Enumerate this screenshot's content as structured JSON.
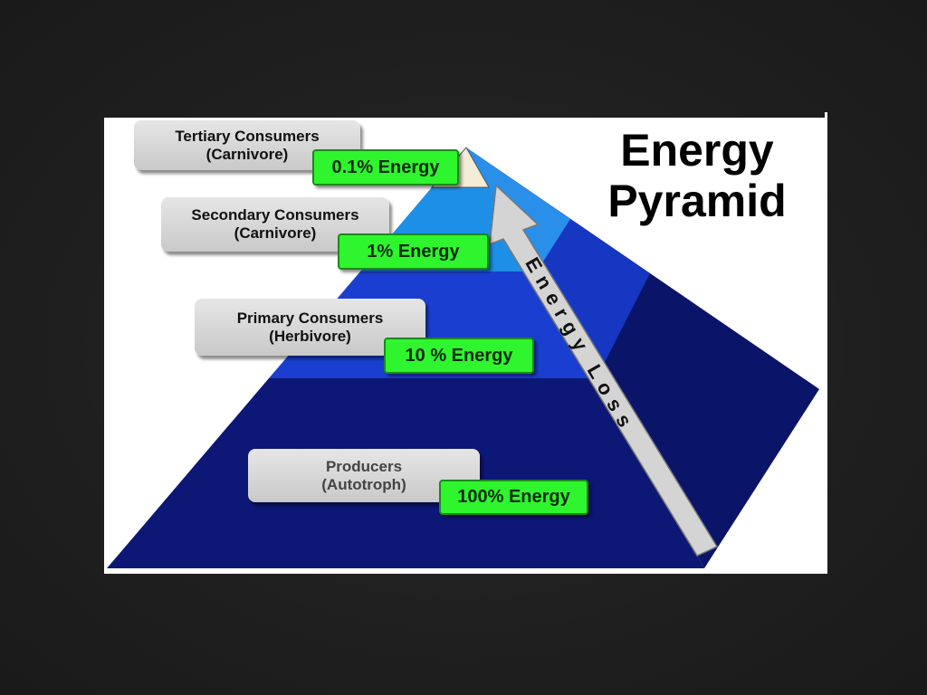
{
  "title": {
    "line1": "Energy",
    "line2": "Pyramid"
  },
  "levels": [
    {
      "name": "Tertiary Consumers",
      "type": "(Carnivore)",
      "energy": "0.1% Energy"
    },
    {
      "name": "Secondary Consumers",
      "type": "(Carnivore)",
      "energy": "1% Energy"
    },
    {
      "name": "Primary Consumers",
      "type": "(Herbivore)",
      "energy": "10 % Energy"
    },
    {
      "name": "Producers",
      "type": "(Autotroph)",
      "energy": "100% Energy"
    }
  ],
  "arrow_label": "Energy Loss",
  "colors": {
    "tip": "#f3ecd6",
    "light": "#1e8fe6",
    "medium": "#1a3fd0",
    "dark": "#0c1776",
    "label_green": "#2ff52f"
  }
}
